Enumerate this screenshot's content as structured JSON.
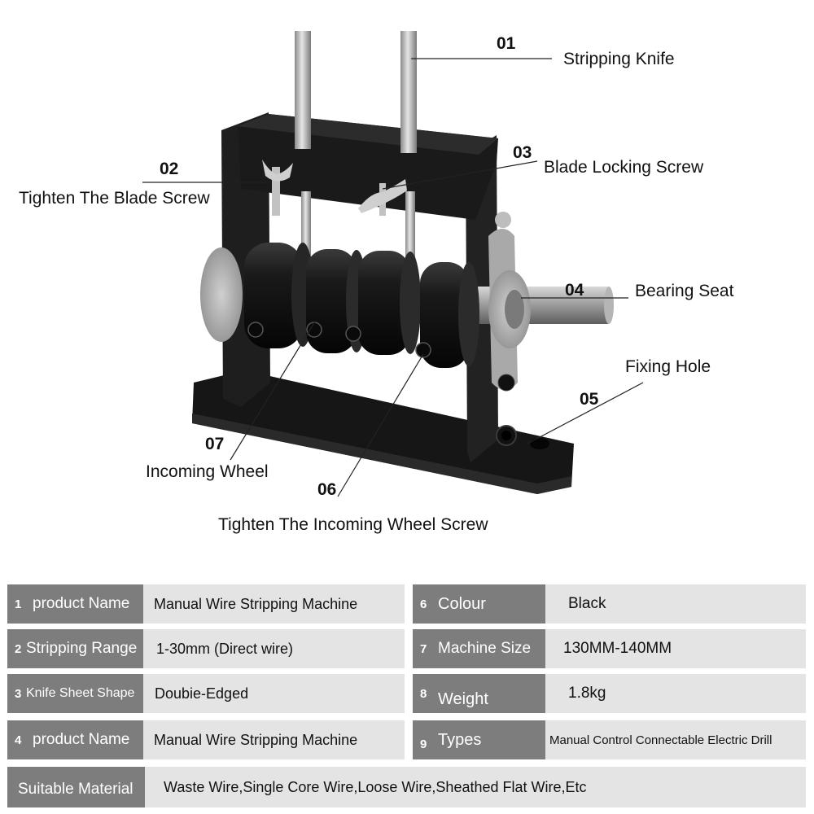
{
  "callouts": [
    {
      "num": "01",
      "label": "Stripping Knife"
    },
    {
      "num": "02",
      "label": "Tighten The Blade Screw"
    },
    {
      "num": "03",
      "label": "Blade Locking Screw"
    },
    {
      "num": "04",
      "label": "Bearing Seat"
    },
    {
      "num": "05",
      "label": "Fixing Hole"
    },
    {
      "num": "06",
      "label": "Tighten The Incoming Wheel Screw"
    },
    {
      "num": "07",
      "label": "Incoming Wheel"
    }
  ],
  "specs": {
    "left": [
      {
        "num": "1",
        "key": "product Name",
        "value": "Manual Wire Stripping Machine"
      },
      {
        "num": "2",
        "key": "Stripping Range",
        "value": "1-30mm  (Direct wire)"
      },
      {
        "num": "3",
        "key": "Knife Sheet Shape",
        "value": "Doubie-Edged"
      },
      {
        "num": "4",
        "key": "product Name",
        "value": "Manual Wire Stripping Machine"
      }
    ],
    "right": [
      {
        "num": "6",
        "key": "Colour",
        "value": "Black"
      },
      {
        "num": "7",
        "key": "Machine Size",
        "value": "130MM-140MM"
      },
      {
        "num": "8",
        "key": "Weight",
        "value": "1.8kg"
      },
      {
        "num": "9",
        "key": "Types",
        "value": "Manual Control Connectable Electric Drill"
      }
    ],
    "bottom": {
      "key": "Suitable Material",
      "value": "Waste Wire,Single Core Wire,Loose Wire,Sheathed Flat Wire,Etc"
    }
  },
  "colors": {
    "header_cell": "#7d7d7d",
    "value_cell": "#e4e4e4",
    "machine_body": "#1c1c1c",
    "metal": "#b9b9b9"
  }
}
